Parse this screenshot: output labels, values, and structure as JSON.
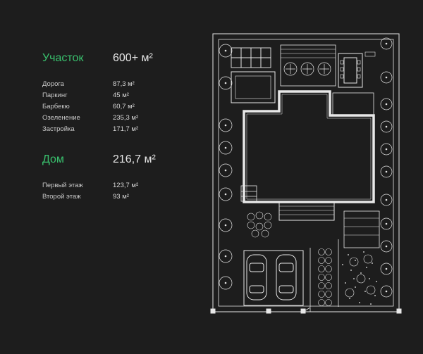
{
  "site": {
    "title": "Участок",
    "area": "600+ м²",
    "rows": [
      {
        "label": "Дорога",
        "value": "87,3 м²"
      },
      {
        "label": "Паркинг",
        "value": "45 м²"
      },
      {
        "label": "Барбекю",
        "value": "60,7 м²"
      },
      {
        "label": "Озеленение",
        "value": "235,3 м²"
      },
      {
        "label": "Застройка",
        "value": "171,7 м²"
      }
    ]
  },
  "house": {
    "title": "Дом",
    "area": "216,7 м²",
    "rows": [
      {
        "label": "Первый этаж",
        "value": "123,7 м²"
      },
      {
        "label": "Второй этаж",
        "value": "93 м²"
      }
    ]
  },
  "colors": {
    "background": "#1d1d1d",
    "accent": "#39c26e",
    "line": "#e8e8e8"
  }
}
